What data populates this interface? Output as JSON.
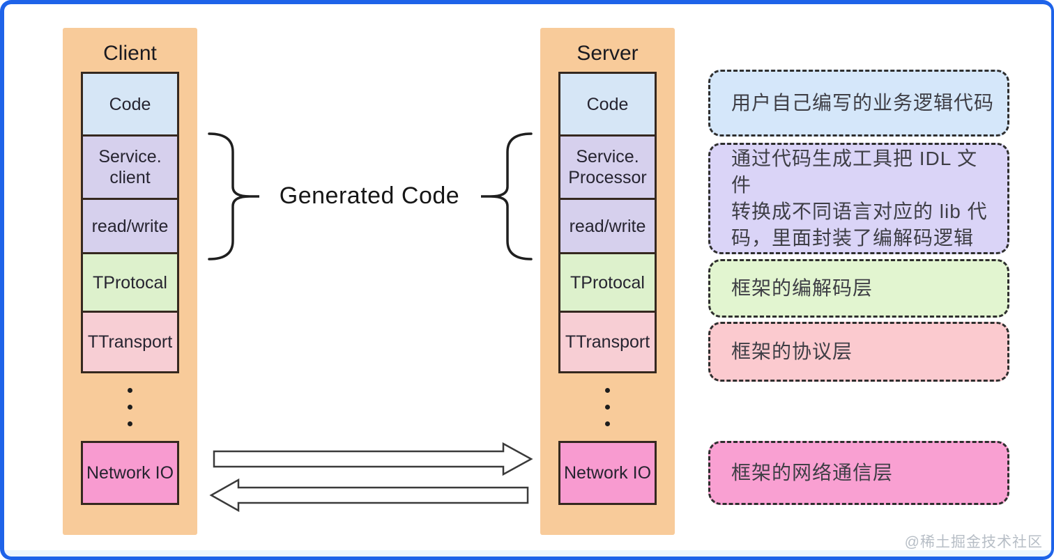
{
  "colors": {
    "frame_border": "#1e63e9",
    "column_bg": "#f8cb9a",
    "code_blue": "#d6e6f6",
    "generated_lavender": "#d6d0ed",
    "protocol_green": "#ddf1cc",
    "transport_pink": "#f7ced4",
    "network_magenta": "#f89bd0"
  },
  "stacks": {
    "client": {
      "title": "Client",
      "layers": [
        {
          "type": "box",
          "label": "Code",
          "bg": "#d6e6f6"
        },
        {
          "type": "box",
          "label": "Service.\nclient",
          "bg": "#d6d0ed"
        },
        {
          "type": "box",
          "label": "read/write",
          "bg": "#d6d0ed"
        },
        {
          "type": "box",
          "label": "TProtocal",
          "bg": "#ddf1cc"
        },
        {
          "type": "box",
          "label": "TTransport",
          "bg": "#f7ced4"
        },
        {
          "type": "dots"
        },
        {
          "type": "box",
          "label": "Network IO",
          "bg": "#f89bd0"
        }
      ]
    },
    "server": {
      "title": "Server",
      "layers": [
        {
          "type": "box",
          "label": "Code",
          "bg": "#d6e6f6"
        },
        {
          "type": "box",
          "label": "Service.\nProcessor",
          "bg": "#d6d0ed"
        },
        {
          "type": "box",
          "label": "read/write",
          "bg": "#d6d0ed"
        },
        {
          "type": "box",
          "label": "TProtocal",
          "bg": "#ddf1cc"
        },
        {
          "type": "box",
          "label": "TTransport",
          "bg": "#f7ced4"
        },
        {
          "type": "dots"
        },
        {
          "type": "box",
          "label": "Network IO",
          "bg": "#f89bd0"
        }
      ]
    }
  },
  "center": {
    "label": "Generated Code"
  },
  "annotations": [
    {
      "text": "用户自己编写的业务逻辑代码",
      "bg": "#d5e7fa"
    },
    {
      "text": "通过代码生成工具把 IDL 文件\n转换成不同语言对应的 lib 代\n码，里面封装了编解码逻辑",
      "bg": "#dad4f7"
    },
    {
      "text": "框架的编解码层",
      "bg": "#e2f5d0"
    },
    {
      "text": "框架的协议层",
      "bg": "#fbcacf"
    },
    {
      "text": "框架的网络通信层",
      "bg": "#f9a0d2"
    }
  ],
  "watermark": {
    "text": "@稀土掘金技术社区"
  }
}
